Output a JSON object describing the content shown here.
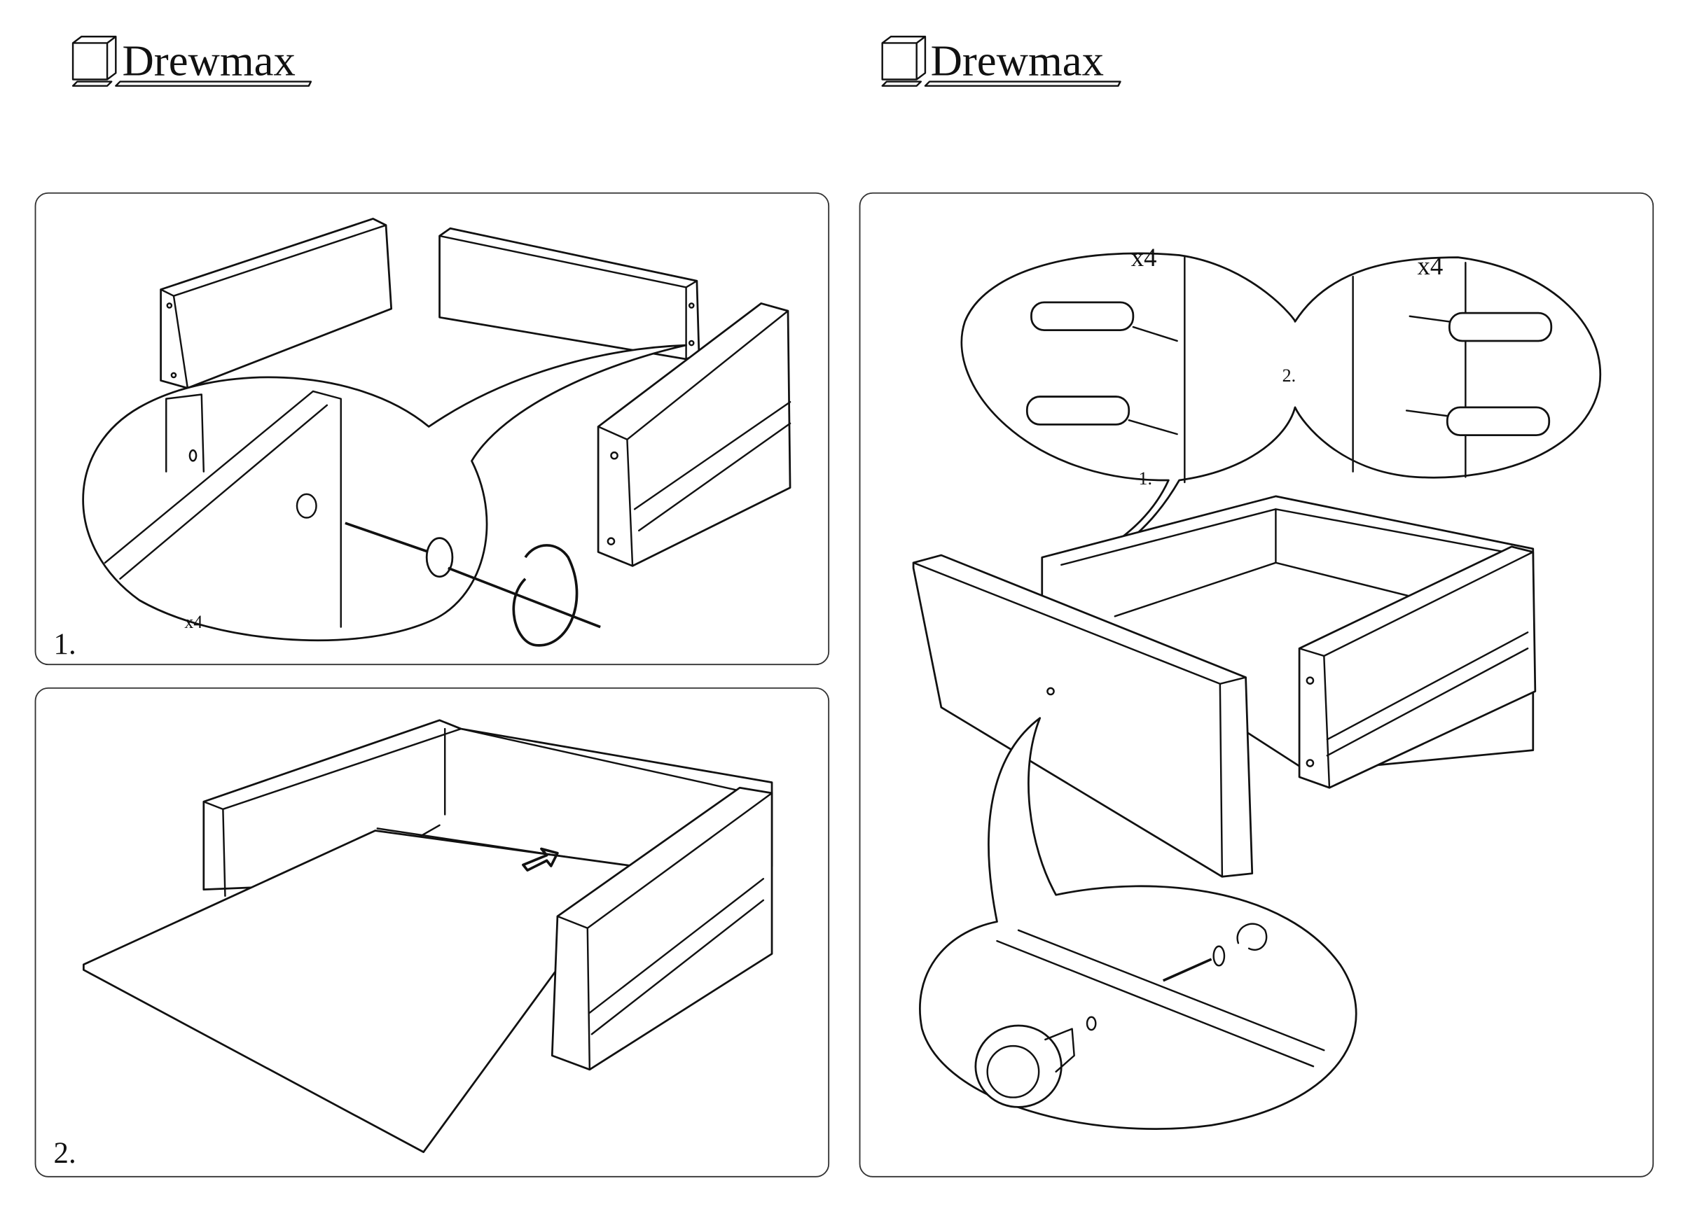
{
  "header": {
    "logo_left": "Drewmax",
    "logo_right": "Drewmax"
  },
  "panels": [
    {
      "step": "1.",
      "quantity": "x4"
    },
    {
      "step": "2."
    },
    {
      "quantity_left": "x4",
      "quantity_right": "x4",
      "substep_1": "1.",
      "substep_2": "2."
    }
  ]
}
